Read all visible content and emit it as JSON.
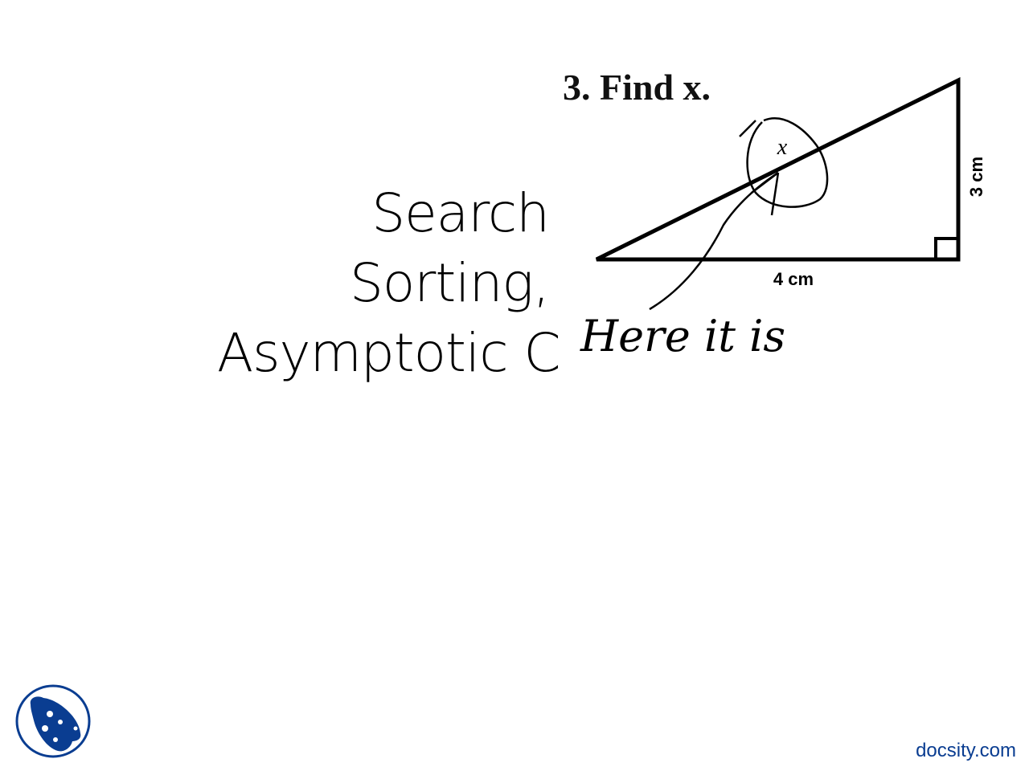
{
  "slide": {
    "title_lines": [
      "Search",
      "Sorting,",
      "Asymptotic C"
    ]
  },
  "figure": {
    "problem": "3. Find x.",
    "variable": "x",
    "base_label": "4 cm",
    "height_label": "3 cm",
    "handwriting": "Here it is"
  },
  "footer": {
    "brand": "docsity.com",
    "logo_icon": "docsity-logo-icon",
    "brand_color": "#0a3d91"
  }
}
